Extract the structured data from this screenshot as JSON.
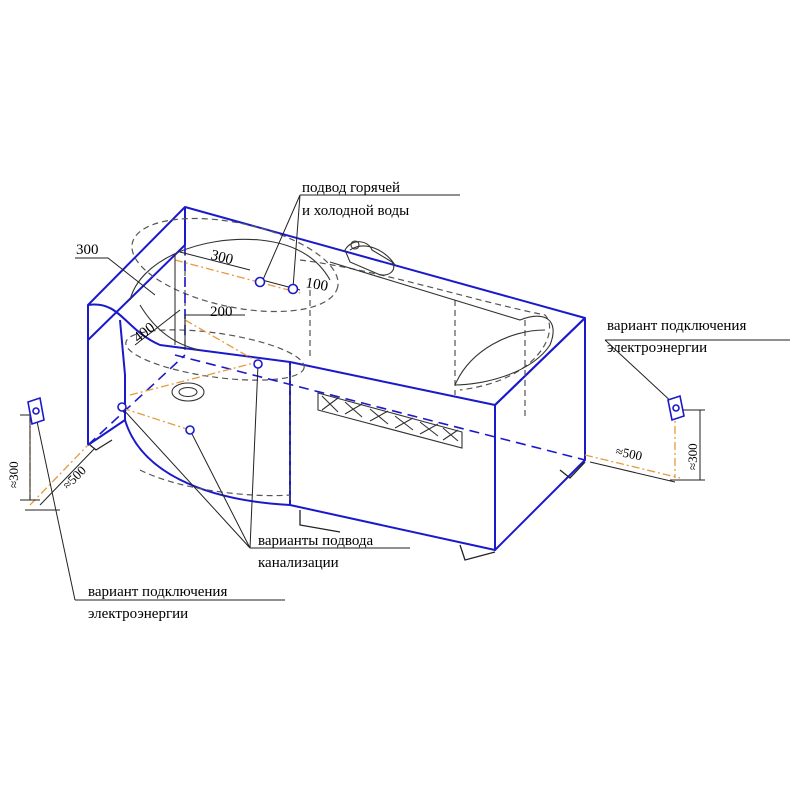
{
  "labels": {
    "hot_cold_supply_line1": "подвод горячей",
    "hot_cold_supply_line2": "и холодной воды",
    "power_variant_line1": "вариант подключения",
    "power_variant_line2": "электроэнергии",
    "drain_variants_line1": "варианты подвода",
    "drain_variants_line2": "канализации"
  },
  "dimensions": {
    "d_300_top": "300",
    "d_300_inner": "300",
    "d_100": "100",
    "d_400": "400",
    "d_200": "200",
    "d_300_left_vertical": "≈300",
    "d_500_left": "≈500",
    "d_500_right": "≈500",
    "d_300_right_vertical": "≈300"
  },
  "colors": {
    "outline": "#1a1acc",
    "orange": "#e89a3c",
    "ink": "#222222",
    "hidden": "#555555"
  }
}
